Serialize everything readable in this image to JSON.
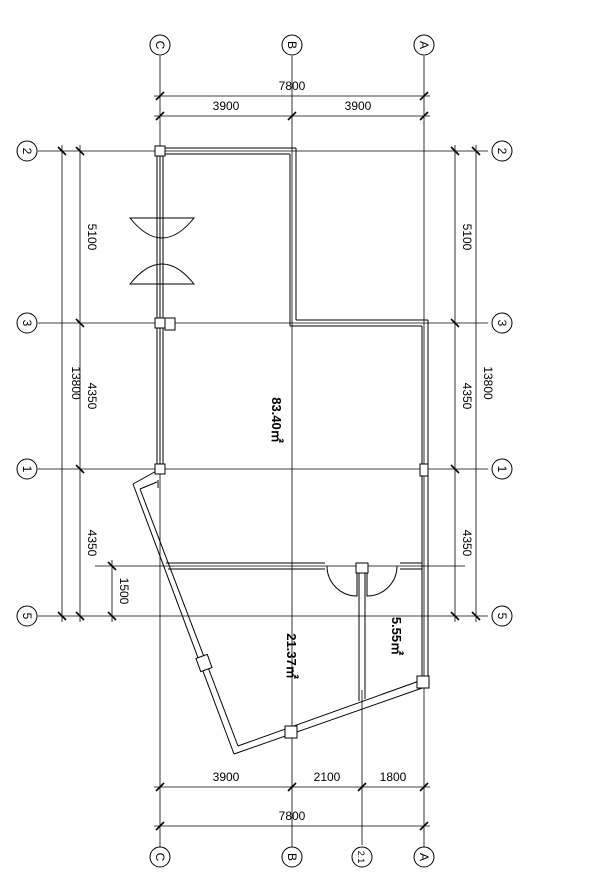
{
  "axes_vertical": {
    "C": "C",
    "B": "B",
    "B1": "2.1",
    "A": "A"
  },
  "axes_horizontal": {
    "r2": "2",
    "r3": "3",
    "r1": "1",
    "r5": "5"
  },
  "dimensions": {
    "top_total": "7800",
    "top_left": "3900",
    "top_right": "3900",
    "bottom_left": "3900",
    "bottom_mid": "2100",
    "bottom_right": "1800",
    "bottom_total": "7800",
    "left_total": "13800",
    "left_a": "5100",
    "left_b": "4350",
    "left_c": "4350",
    "left_d": "1500",
    "right_total": "13800",
    "right_a": "5100",
    "right_b": "4350",
    "right_c": "4350"
  },
  "rooms": {
    "main_area": "83.40㎡",
    "lower_area": "21.37㎡",
    "small_area": "5.55㎡"
  }
}
